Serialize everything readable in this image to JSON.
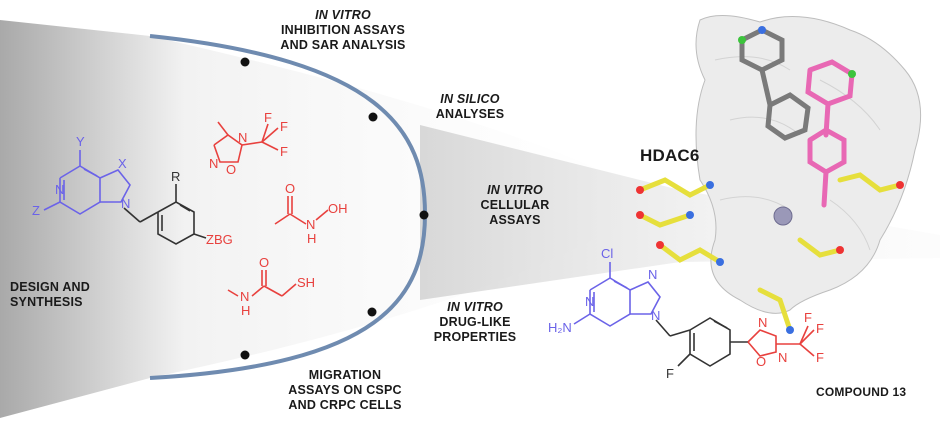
{
  "stages": {
    "inhibition": {
      "emph": "IN VITRO",
      "line1": "INHIBITION ASSAYS",
      "line2": "AND SAR ANALYSIS"
    },
    "silico": {
      "emph": "IN SILICO",
      "line1": "ANALYSES"
    },
    "cellular": {
      "emph": "IN VITRO",
      "line1": "CELLULAR",
      "line2": "ASSAYS"
    },
    "druglike": {
      "emph": "IN VITRO",
      "line1": "DRUG-LIKE",
      "line2": "PROPERTIES"
    },
    "migration": {
      "line1": "MIGRATION",
      "line2": "ASSAYS ON CSPC",
      "line3": "AND CRPC CELLS"
    }
  },
  "design": {
    "line1": "DESIGN AND",
    "line2": "SYNTHESIS"
  },
  "protein": {
    "label": "HDAC6"
  },
  "compound": {
    "label": "COMPOUND 13"
  },
  "scaffold_atoms": {
    "Y": "Y",
    "X": "X",
    "Z": "Z",
    "N": "N",
    "R": "R",
    "ZBG": "ZBG"
  },
  "zbg_atoms": {
    "F": "F",
    "N": "N",
    "O": "O",
    "OH": "OH",
    "H": "H",
    "SH": "SH"
  },
  "compound_atoms": {
    "Cl": "Cl",
    "H2N": "H₂N",
    "N": "N",
    "F": "F",
    "O": "O"
  },
  "colors": {
    "scaffold": "#6b63e8",
    "zbg": "#e8413e",
    "linker": "#333333",
    "arc": "#6f8bb0",
    "dot": "#111111",
    "cone": "#d9d9d9"
  }
}
